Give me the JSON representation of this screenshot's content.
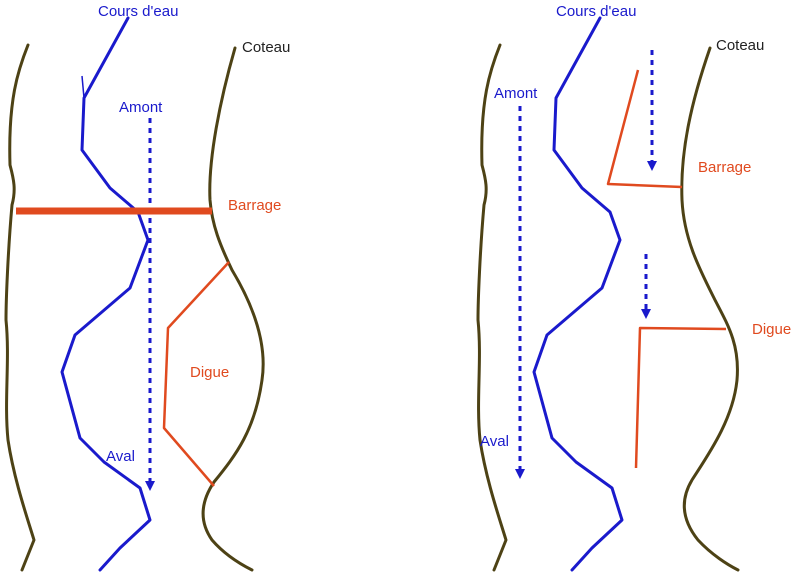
{
  "left_panel": {
    "river_label": "Cours d'eau",
    "bank_label": "Coteau",
    "upstream_label": "Amont",
    "downstream_label": "Aval",
    "dam_label": "Barrage",
    "dike_label": "Digue"
  },
  "right_panel": {
    "river_label": "Cours d'eau",
    "bank_label": "Coteau",
    "upstream_label": "Amont",
    "downstream_label": "Aval",
    "dam_label": "Barrage",
    "dike_label": "Digue"
  },
  "colors": {
    "river": "#1a1acc",
    "bank": "#4d4215",
    "structure": "#e04a1f",
    "flow_arrow": "#1a1acc",
    "label_dark": "#222222"
  }
}
